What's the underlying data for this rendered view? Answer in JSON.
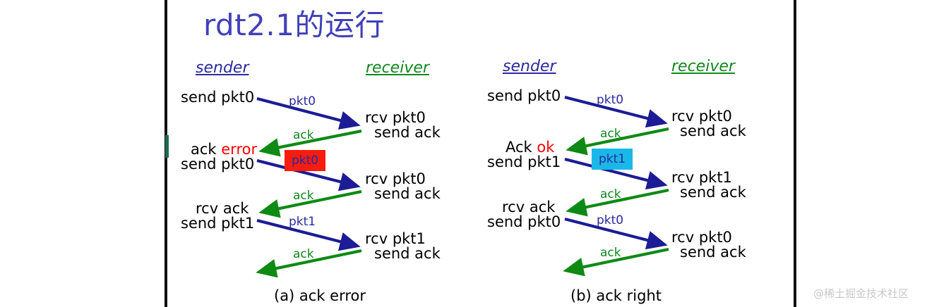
{
  "slide": {
    "title_latin": "rdt2.1",
    "title_han": "的运行",
    "title_full": "rdt2.1的运行",
    "background": "#ffffff",
    "border_color": "#111111",
    "accent_blue": "#2a2a9e",
    "accent_green": "#10881f",
    "accent_red": "#ff0000",
    "pkt_error_box_color": "#f71c0d",
    "pkt_ok_box_color": "#1ab8e8",
    "title_color": "#4040b8"
  },
  "watermark": "@稀土掘金技术社区",
  "diagrams": [
    {
      "id": "a",
      "caption": "(a) ack error",
      "roles": {
        "sender": "sender",
        "receiver": "receiver"
      },
      "sender_events": [
        "send pkt0",
        "ack error",
        "send pkt0",
        "rcv ack",
        "send pkt1"
      ],
      "sender_event_error_word": "error",
      "receiver_events": [
        "rcv pkt0",
        "send ack",
        "rcv pkt0",
        "send ack",
        "rcv pkt1",
        "send ack"
      ],
      "messages": [
        {
          "label": "pkt0",
          "dir": "down",
          "color": "blue"
        },
        {
          "label": "ack",
          "dir": "up",
          "color": "green"
        },
        {
          "label": "pkt0",
          "dir": "down",
          "color": "blue",
          "boxed": true,
          "box_color": "#f71c0d"
        },
        {
          "label": "ack",
          "dir": "up",
          "color": "green"
        },
        {
          "label": "pkt1",
          "dir": "down",
          "color": "blue"
        },
        {
          "label": "ack",
          "dir": "up",
          "color": "green"
        }
      ],
      "boxed_packet_label": "pkt0"
    },
    {
      "id": "b",
      "caption": "(b) ack right",
      "roles": {
        "sender": "sender",
        "receiver": "receiver"
      },
      "sender_events": [
        "send pkt0",
        "Ack ok",
        "send pkt1",
        "rcv ack",
        "send pkt0"
      ],
      "sender_event_ok_word": "ok",
      "receiver_events": [
        "rcv pkt0",
        "send ack",
        "rcv pkt1",
        "send ack",
        "rcv pkt0",
        "send ack"
      ],
      "messages": [
        {
          "label": "pkt0",
          "dir": "down",
          "color": "blue"
        },
        {
          "label": "ack",
          "dir": "up",
          "color": "green"
        },
        {
          "label": "pkt1",
          "dir": "down",
          "color": "blue",
          "boxed": true,
          "box_color": "#1ab8e8"
        },
        {
          "label": "ack",
          "dir": "up",
          "color": "green"
        },
        {
          "label": "pkt0",
          "dir": "down",
          "color": "blue"
        },
        {
          "label": "ack",
          "dir": "up",
          "color": "green"
        }
      ],
      "boxed_packet_label": "pkt1"
    }
  ],
  "left": {
    "sender_role": "sender",
    "receiver_role": "receiver",
    "s1": "send pkt0",
    "s2a": "ack ",
    "s2b": "error",
    "s3": "send pkt0",
    "s4": "rcv ack",
    "s5": "send pkt1",
    "r1": "rcv pkt0",
    "r2": "send ack",
    "r3": "rcv pkt0",
    "r4": "send ack",
    "r5": "rcv pkt1",
    "r6": "send ack",
    "m1": "pkt0",
    "m2": "ack",
    "m3": "pkt0",
    "m4": "ack",
    "m5": "pkt1",
    "m6": "ack",
    "caption": "(a) ack error"
  },
  "right": {
    "sender_role": "sender",
    "receiver_role": "receiver",
    "s1": "send pkt0",
    "s2a": "Ack ",
    "s2b": "ok",
    "s3": "send pkt1",
    "s4": "rcv ack",
    "s5": "send pkt0",
    "r1": "rcv pkt0",
    "r2": "send ack",
    "r3": "rcv pkt1",
    "r4": "send ack",
    "r5": "rcv pkt0",
    "r6": "send ack",
    "m1": "pkt0",
    "m2": "ack",
    "m3": "pkt1",
    "m4": "ack",
    "m5": "pkt0",
    "m6": "ack",
    "caption": "(b) ack right"
  }
}
